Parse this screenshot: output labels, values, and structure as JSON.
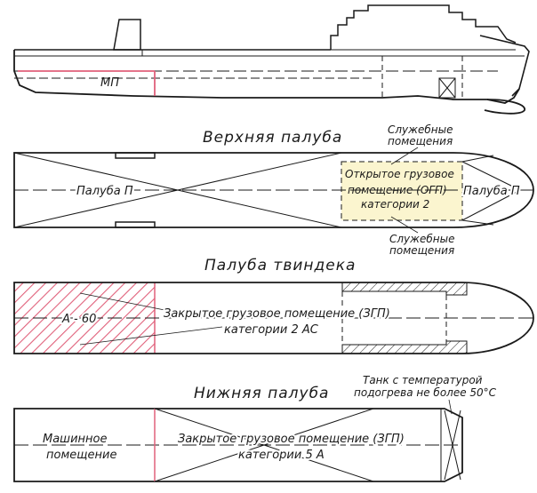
{
  "colors": {
    "ink": "#1a1a1a",
    "red": "#e0607a",
    "yellow": "#fbf5cf",
    "white": "#ffffff"
  },
  "side_view": {
    "mp_label": "МП"
  },
  "upper_deck": {
    "title": "Верхняя палуба",
    "service_top": [
      "Служебные",
      "помещения"
    ],
    "service_bottom": [
      "Служебные",
      "помещения"
    ],
    "deck_left": "Палуба П",
    "deck_right": "Палуба П",
    "open_space": [
      "Открытое грузовое",
      "помещение (ОГП)",
      "категории 2"
    ]
  },
  "tween_deck": {
    "title": "Палуба твиндека",
    "a60": "А - 60",
    "closed_space": [
      "Закрытое грузовое помещение (ЗГП)",
      "категории 2 АС"
    ]
  },
  "lower_deck": {
    "title": "Нижняя палуба",
    "tank_note": [
      "Танк с температурой",
      "подогрева не более 50°С"
    ],
    "engine_room": [
      "Машинное",
      "помещение"
    ],
    "closed_space": [
      "Закрытое грузовое помещение (ЗГП)",
      "категории 5 А"
    ]
  }
}
